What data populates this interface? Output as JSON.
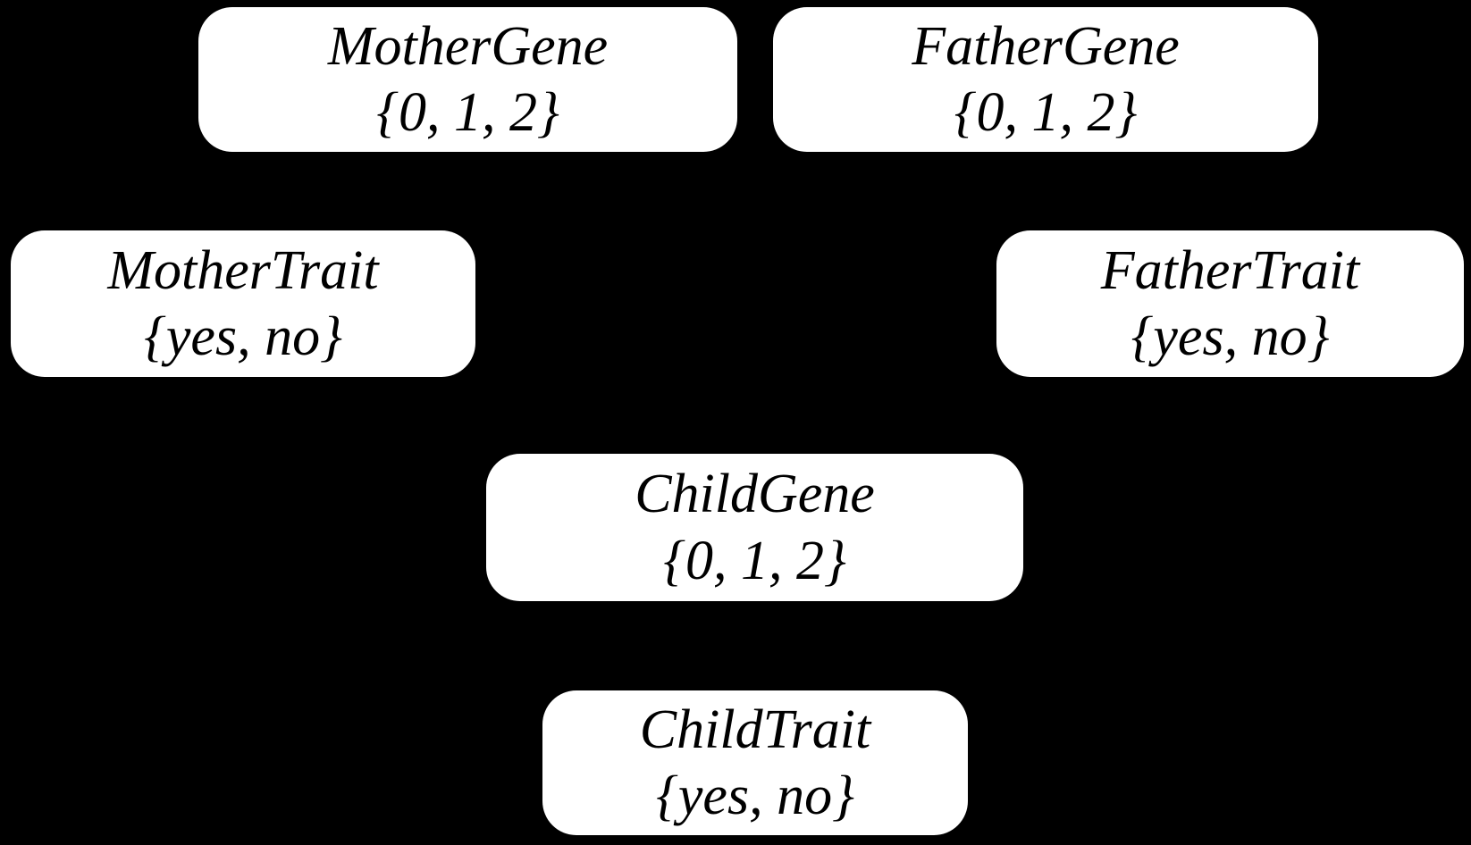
{
  "diagram": {
    "background_color": "#000000",
    "node_fill_color": "#ffffff",
    "node_text_color": "#000000",
    "nodes": [
      {
        "name": "MotherGene",
        "values": "{0, 1, 2}"
      },
      {
        "name": "FatherGene",
        "values": "{0, 1, 2}"
      },
      {
        "name": "MotherTrait",
        "values": "{yes, no}"
      },
      {
        "name": "FatherTrait",
        "values": "{yes, no}"
      },
      {
        "name": "ChildGene",
        "values": "{0, 1, 2}"
      },
      {
        "name": "ChildTrait",
        "values": "{yes, no}"
      }
    ]
  }
}
